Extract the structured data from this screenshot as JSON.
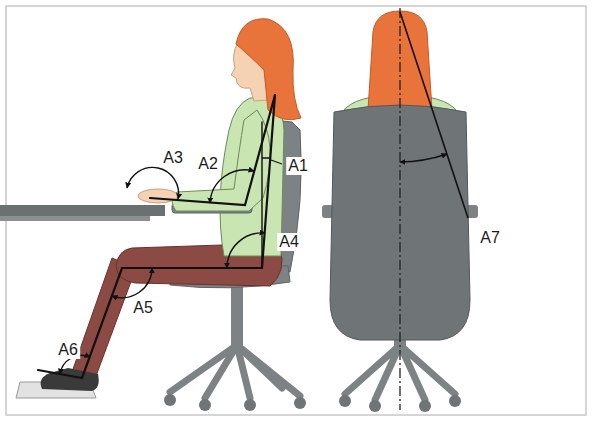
{
  "diagram": {
    "labels": [
      "A3",
      "A2",
      "A1",
      "A4",
      "A5",
      "A6",
      "A7"
    ]
  }
}
